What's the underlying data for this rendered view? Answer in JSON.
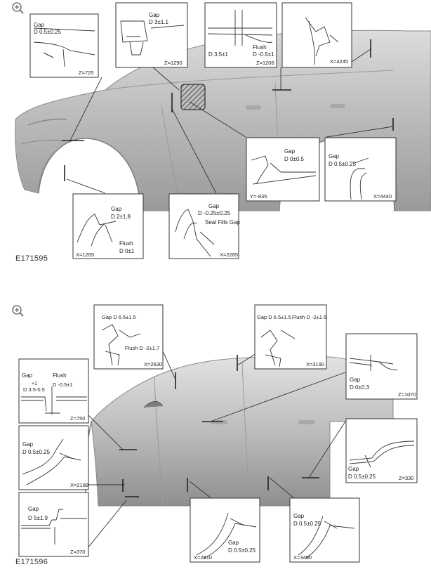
{
  "figures": [
    {
      "code": "E171595",
      "callouts": [
        {
          "id": "f1-z725",
          "lines": [
            "Gap",
            "D 0.5±0.25"
          ],
          "coord": "Z=725"
        },
        {
          "id": "f1-z1290",
          "lines": [
            "Gap",
            "D 3±1.1"
          ],
          "coord": "Z=1290"
        },
        {
          "id": "f1-z1206",
          "lines": [
            "D 3.5±1",
            "Flush",
            "D -0.5±1"
          ],
          "coord": "Z=1206"
        },
        {
          "id": "f1-x4245",
          "lines": [],
          "coord": "X=4245"
        },
        {
          "id": "f1-y835",
          "lines": [
            "Gap",
            "D 0±0.5"
          ],
          "coord": "Y=-835"
        },
        {
          "id": "f1-x4440",
          "lines": [
            "Gap",
            "D 0.5±0.25"
          ],
          "coord": "X=4440"
        },
        {
          "id": "f1-x1265",
          "lines": [
            "Gap",
            "D 2±1.8",
            "Flush",
            "D 0±1"
          ],
          "coord": "X=1265"
        },
        {
          "id": "f1-x2265",
          "lines": [
            "Gap",
            "D -0.25±0.25",
            "Seal Fills Gap"
          ],
          "coord": "X=2265"
        }
      ]
    },
    {
      "code": "E171596",
      "callouts": [
        {
          "id": "f2-x2630",
          "lines": [
            "Gap D 6.5±1.5",
            "Flush D -2±1.7"
          ],
          "coord": "X=2630"
        },
        {
          "id": "f2-x3190",
          "lines": [
            "Gap D 6.5±1.5",
            "Flush D -2±1.5"
          ],
          "coord": "X=3190"
        },
        {
          "id": "f2-z1070",
          "lines": [
            "Gap",
            "D 0±0.3"
          ],
          "coord": "Z=1070"
        },
        {
          "id": "f2-z750",
          "lines": [
            "Gap",
            "D 3.5-0.5",
            "+1",
            "Flush",
            "D -0.5±1"
          ],
          "coord": "Z=750"
        },
        {
          "id": "f2-x2188",
          "lines": [
            "Gap",
            "D 0.5±0.25"
          ],
          "coord": "X=2188"
        },
        {
          "id": "f2-z330",
          "lines": [
            "Gap",
            "D 0.5±0.25"
          ],
          "coord": "Z=330"
        },
        {
          "id": "f2-z370",
          "lines": [
            "Gap",
            "D 5±1.9"
          ],
          "coord": "Z=370"
        },
        {
          "id": "f2-x2810",
          "lines": [
            "Gap",
            "D 0.5±0.25"
          ],
          "coord": "X=2810"
        },
        {
          "id": "f2-x3490",
          "lines": [
            "Gap",
            "D 0.5±0.25"
          ],
          "coord": "X=3490"
        }
      ]
    }
  ],
  "icons": {
    "zoom": "zoom-in-icon"
  }
}
